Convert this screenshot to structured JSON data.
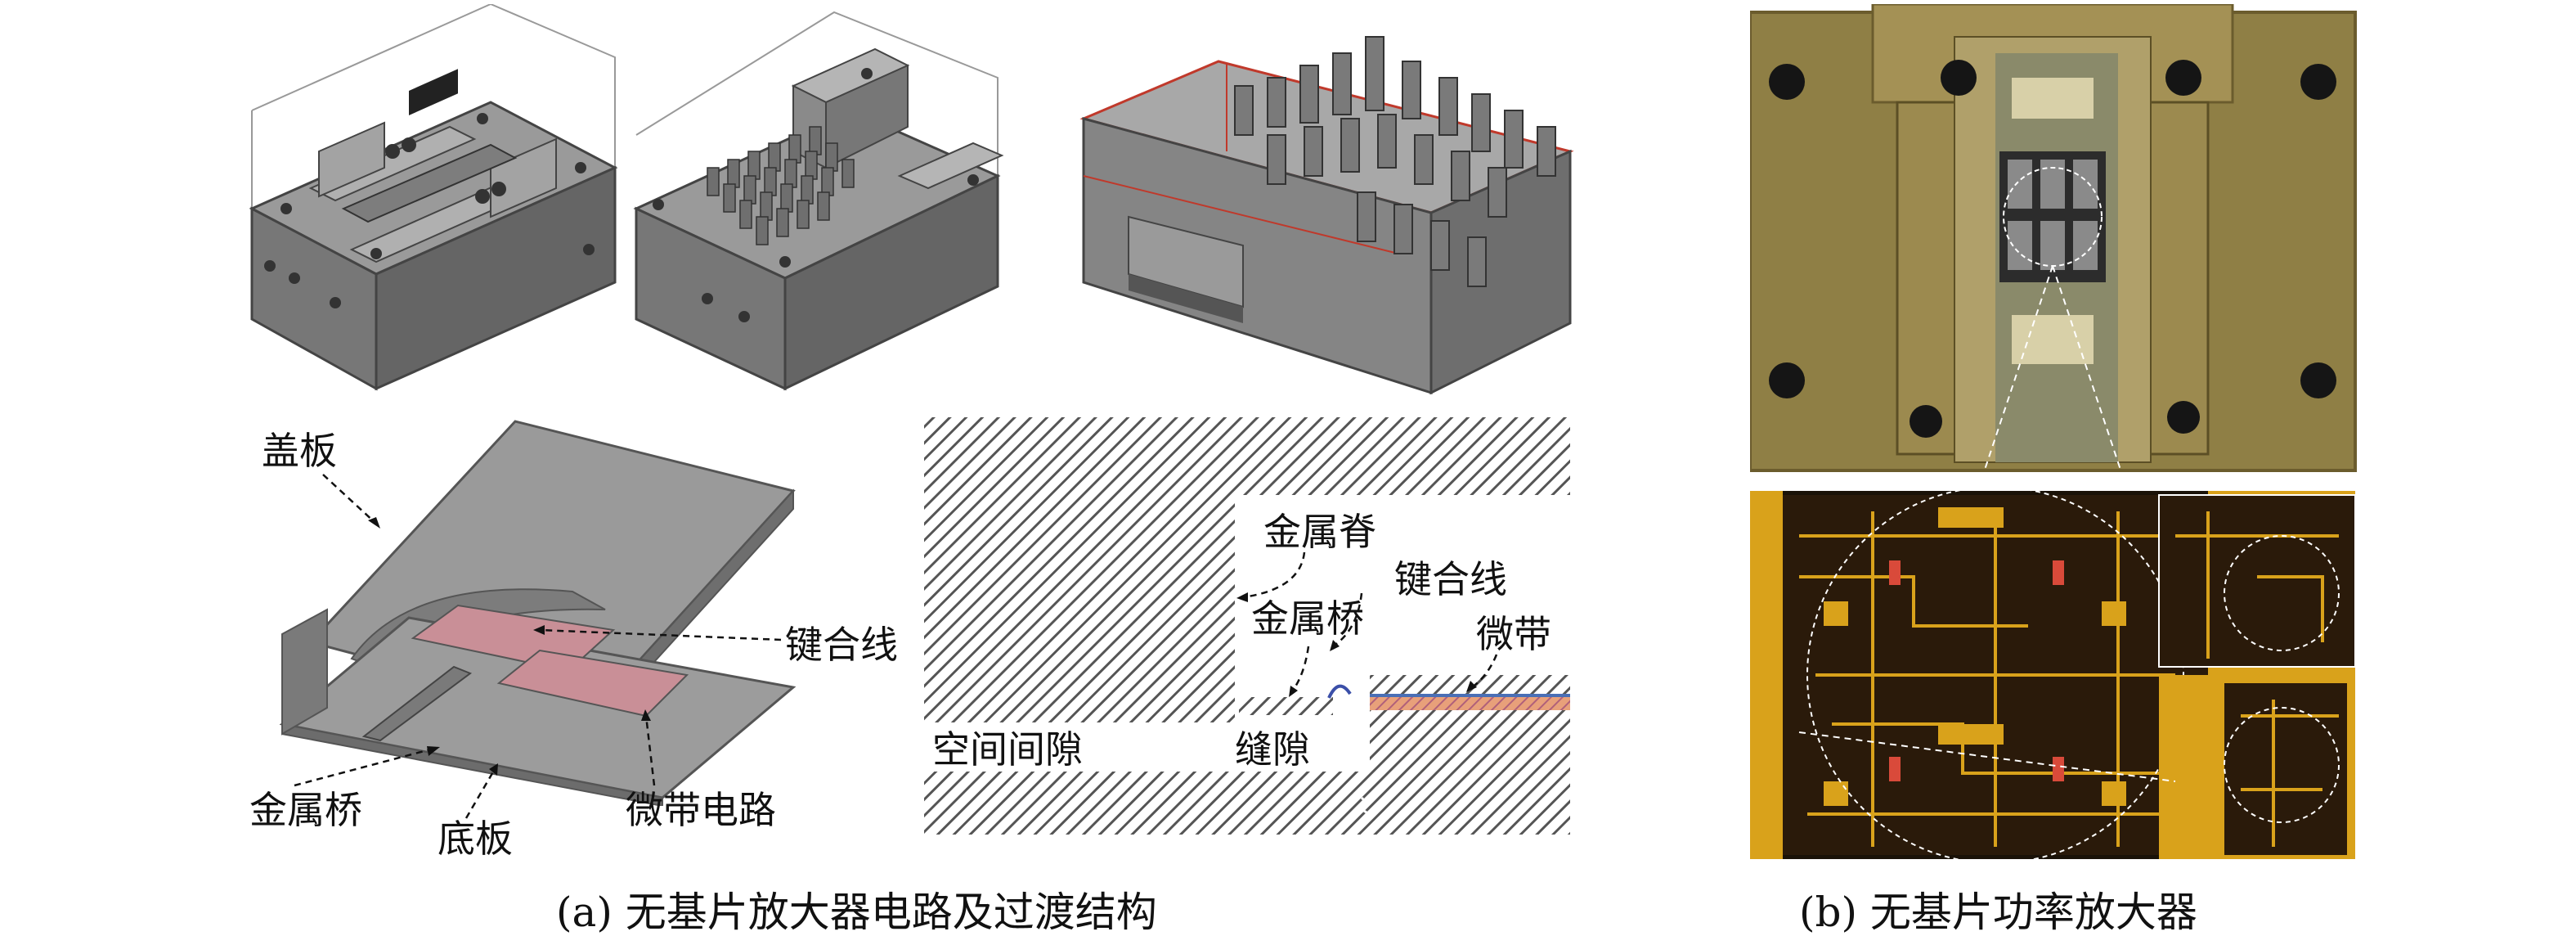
{
  "panel_a": {
    "caption": "(a) 无基片放大器电路及过渡结构",
    "exploded_labels": {
      "cover": "盖板",
      "bond_wire": "键合线",
      "metal_bridge": "金属桥",
      "base": "底板",
      "microstrip_circuit": "微带电路"
    },
    "section_labels": {
      "metal_ridge": "金属脊",
      "bond_wire": "键合线",
      "metal_bridge": "金属桥",
      "microstrip": "微带",
      "air_gap": "空间间隙",
      "slot": "缝隙"
    }
  },
  "panel_b": {
    "caption": "(b) 无基片功率放大器"
  },
  "colors": {
    "metal_gray": "#8c8c8c",
    "metal_dark": "#5e5e5e",
    "substrate_pink": "#c98f97",
    "hatch": "#555555",
    "gold_photo": "#9b8a4c",
    "chip_gold": "#d9a21b"
  }
}
